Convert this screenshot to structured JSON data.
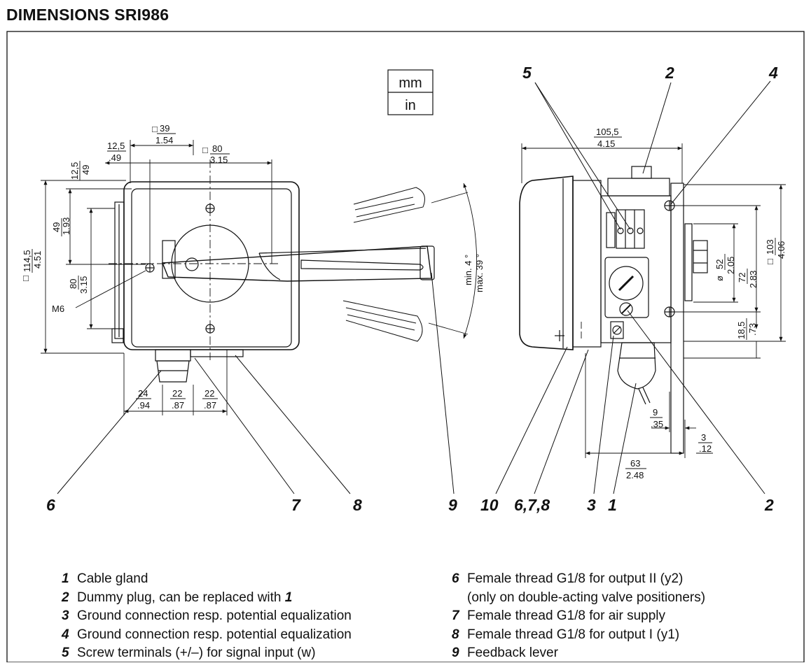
{
  "title": "DIMENSIONS  SRI986",
  "units": {
    "top": "mm",
    "bottom": "in"
  },
  "front_view": {
    "dim_39": "39",
    "dim_1_54": "1.54",
    "dim_12_5_top": "12,5",
    "dim_0_49_top": ".49",
    "dim_80_top": "80",
    "dim_3_15_top": "3.15",
    "dim_12_5_left": "12,5",
    "dim_49_left": "49",
    "dim_49": "49",
    "dim_1_93": "1.93",
    "dim_114_5": "114,5",
    "dim_4_51": "4.51",
    "dim_80_left": "80",
    "dim_3_15_left": "3.15",
    "m6": "M6",
    "dim_24": "24",
    "dim_0_94": ".94",
    "dim_22a": "22",
    "dim_0_87a": ".87",
    "dim_22b": "22",
    "dim_0_87b": ".87",
    "angle_min": "min. 4 °",
    "angle_max": "max. 39 °"
  },
  "side_view": {
    "dim_105_5": "105,5",
    "dim_4_15": "4.15",
    "dim_103": "103",
    "dim_4_06": "4.06",
    "dim_52": "52",
    "dim_2_05": "2.05",
    "dim_72": "72",
    "dim_2_83": "2.83",
    "dim_18_5": "18,5",
    "dim_0_73": ".73",
    "dim_9": "9",
    "dim_0_35": ".35",
    "dim_3": "3",
    "dim_0_12": ".12",
    "dim_63": "63",
    "dim_2_48": "2.48"
  },
  "callouts": {
    "c6": "6",
    "c7": "7",
    "c8": "8",
    "c9": "9",
    "c10": "10",
    "c678": "6,7,8",
    "c3": "3",
    "c1": "1",
    "c2_bottom": "2",
    "c5_top": "5",
    "c2_top": "2",
    "c4_top": "4"
  },
  "legend_left": [
    {
      "num": "1",
      "text": "Cable gland"
    },
    {
      "num": "2",
      "text": "Dummy plug, can be replaced with ",
      "ref": "1"
    },
    {
      "num": "3",
      "text": "Ground connection resp. potential equalization"
    },
    {
      "num": "4",
      "text": "Ground connection resp. potential equalization"
    },
    {
      "num": "5",
      "text": "Screw terminals (+/–) for signal input (w)"
    }
  ],
  "legend_right": [
    {
      "num": "6",
      "text": "Female thread G1/8 for output II (y2)",
      "cont": "(only on double-acting valve positioners)"
    },
    {
      "num": "7",
      "text": "Female thread G1/8 for air supply"
    },
    {
      "num": "8",
      "text": "Female thread G1/8 for output I (y1)"
    },
    {
      "num": "9",
      "text": "Feedback lever"
    }
  ]
}
